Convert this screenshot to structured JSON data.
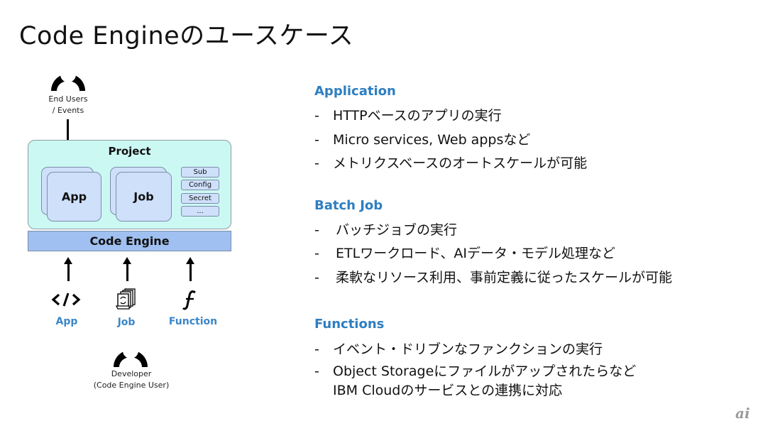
{
  "title": "Code Engineのユースケース",
  "diagram": {
    "end_users_label_1": "End Users",
    "end_users_label_2": "/ Events",
    "project_title": "Project",
    "cards": {
      "app": "App",
      "job": "Job"
    },
    "resources": [
      "Sub",
      "Config",
      "Secret",
      "..."
    ],
    "engine_label": "Code Engine",
    "sources": [
      {
        "icon": "code-icon",
        "label": "App"
      },
      {
        "icon": "batch-job-icon",
        "label": "Job"
      },
      {
        "icon": "function-icon",
        "label": "Function"
      }
    ],
    "developer_label_1": "Developer",
    "developer_label_2": "(Code Engine User)"
  },
  "sections": [
    {
      "heading": "Application",
      "bullets": [
        "HTTPベースのアプリの実行",
        "Micro services, Web appsなど",
        "メトリクスベースのオートスケールが可能"
      ]
    },
    {
      "heading": "Batch Job",
      "bullets": [
        "バッチジョブの実行",
        "ETLワークロード、AIデータ・モデル処理など",
        "柔軟なリソース利用、事前定義に従ったスケールが可能"
      ]
    },
    {
      "heading": "Functions",
      "bullets": [
        "イベント・ドリブンなファンクションの実行",
        "Object Storageにファイルがアップされたらなど",
        "IBM Cloudのサービスとの連携に対応"
      ]
    }
  ],
  "bullet_dash": "-",
  "colors": {
    "accent": "#2e7ec1",
    "project_bg": "#ccf8f4",
    "card_bg": "#cfe0fb",
    "engine_bg": "#9fc0f0"
  },
  "watermark": "ai"
}
